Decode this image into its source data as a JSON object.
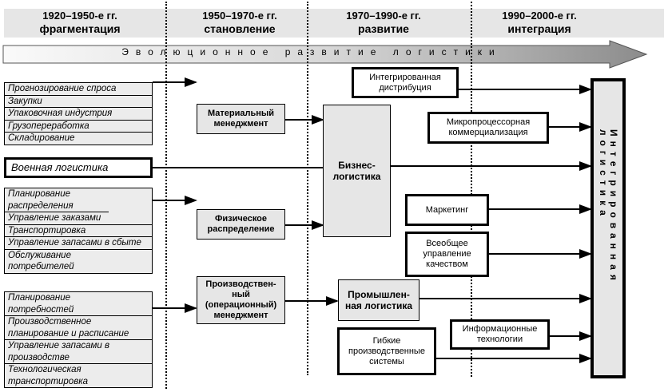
{
  "eras": [
    {
      "years": "1920–1950-е гг.",
      "stage": "фрагментация"
    },
    {
      "years": "1950–1970-е гг.",
      "stage": "становление"
    },
    {
      "years": "1970–1990-е гг.",
      "stage": "развитие"
    },
    {
      "years": "1990–2000-е гг.",
      "stage": "интеграция"
    }
  ],
  "evolution_label": "Эволюционное развитие логистики",
  "group1": [
    "Прогнозирование спроса",
    "Закупки",
    "Упаковочная индустрия",
    "Грузопереработка",
    "Складирование"
  ],
  "military": "Военная логистика",
  "group2": [
    "Планирование распределения",
    "Управление заказами",
    "Транспортировка",
    "Управление запасами в сбыте",
    "Обслуживание потребителей"
  ],
  "group3": [
    "Планирование потребностей",
    "Производственное планирование и расписание",
    "Управление запасами в производстве",
    "Технологическая транспортировка"
  ],
  "stage2": {
    "material": "Материальный менеджмент",
    "physical": "Физическое распределение",
    "production": "Производствен-ный (операционный) менеджмент"
  },
  "stage3": {
    "business": "Бизнес-логистика",
    "industrial": "Промышлен-ная логистика",
    "flexible": "Гибкие производственные системы"
  },
  "stage4": {
    "integrated_distribution": "Интегрированная дистрибуция",
    "microprocessor": "Микропроцессорная коммерциализация",
    "marketing": "Маркетинг",
    "tqm": "Всеобщее управление качеством",
    "it": "Информационные технологии"
  },
  "result": "Интегрированная логистика"
}
